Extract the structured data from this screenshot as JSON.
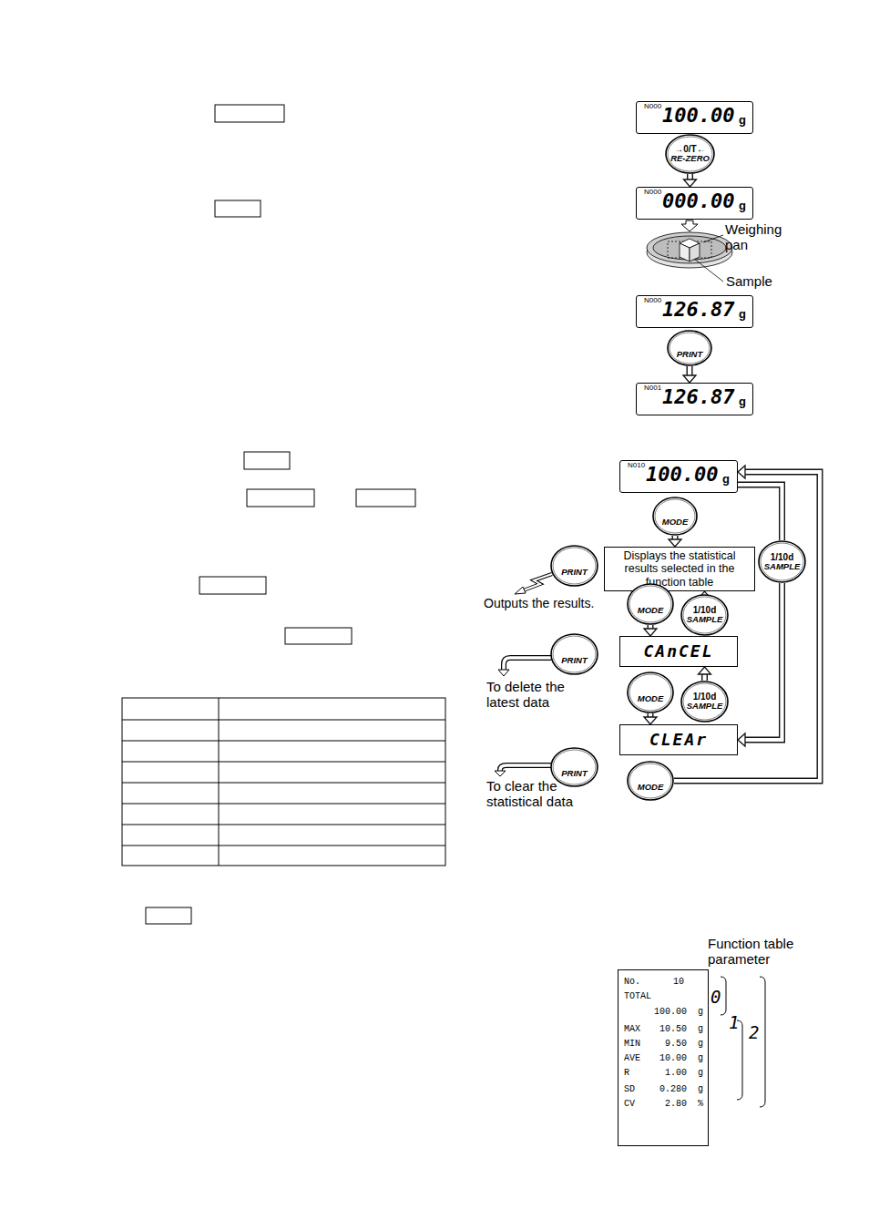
{
  "diagram": {
    "nodes": [
      {
        "text": [
          "N000",
          "100.00",
          "g"
        ]
      },
      {
        "text": [
          "→0/T←",
          "RE-ZERO"
        ]
      },
      {
        "text": [
          "N000",
          "000.00",
          "g"
        ]
      },
      {
        "text": [
          "N000",
          "126.87",
          "g"
        ]
      },
      {
        "text": [
          "PRINT"
        ]
      },
      {
        "text": [
          "N001",
          "126.87",
          "g"
        ]
      },
      {
        "text": [
          "N010",
          "100.00",
          "g"
        ]
      },
      {
        "text": [
          "MODE"
        ]
      },
      {
        "text": [
          "Displays the statistical results selected in the function table"
        ]
      },
      {
        "text": [
          "PRINT"
        ]
      },
      {
        "text": [
          "1/10d",
          "SAMPLE"
        ]
      },
      {
        "text": [
          "MODE"
        ]
      },
      {
        "text": [
          "1/10d",
          "SAMPLE"
        ]
      },
      {
        "text": [
          "CAnCEL"
        ]
      },
      {
        "text": [
          "PRINT"
        ]
      },
      {
        "text": [
          "MODE"
        ]
      },
      {
        "text": [
          "1/10d",
          "SAMPLE"
        ]
      },
      {
        "text": [
          "CLEAr"
        ]
      },
      {
        "text": [
          "PRINT"
        ]
      },
      {
        "text": [
          "MODE"
        ]
      },
      {
        "text": [
          "No.",
          "10",
          "TOTAL",
          "100.00",
          "g",
          "MAX",
          "10.50",
          "g",
          "MIN",
          "9.50",
          "g",
          "AVE",
          "10.00",
          "g",
          "R",
          "1.00",
          "g",
          "SD",
          "0.280",
          "g",
          "CV",
          "2.80",
          "%"
        ]
      }
    ],
    "edges": [
      {
        "from": 1,
        "to": 2,
        "arrow": "to"
      },
      {
        "from": 4,
        "to": 5,
        "arrow": "to"
      },
      {
        "from": 7,
        "to": 8,
        "arrow": "to"
      },
      {
        "from": 12,
        "to": 8,
        "arrow": "to"
      },
      {
        "from": 11,
        "to": 13,
        "arrow": "to"
      },
      {
        "from": 16,
        "to": 13,
        "arrow": "to"
      },
      {
        "from": 15,
        "to": 17,
        "arrow": "to"
      },
      {
        "from": 19,
        "to": 6,
        "arrow": "to"
      },
      {
        "from": 6,
        "to": 10,
        "arrow": "none"
      },
      {
        "from": 10,
        "to": 17,
        "arrow": "to"
      }
    ],
    "labels": [
      "Weighing pan",
      "Sample",
      "Outputs the results.",
      "To delete the latest data",
      "To clear the statistical data",
      "Function table parameter",
      "0",
      "1",
      "2"
    ]
  }
}
